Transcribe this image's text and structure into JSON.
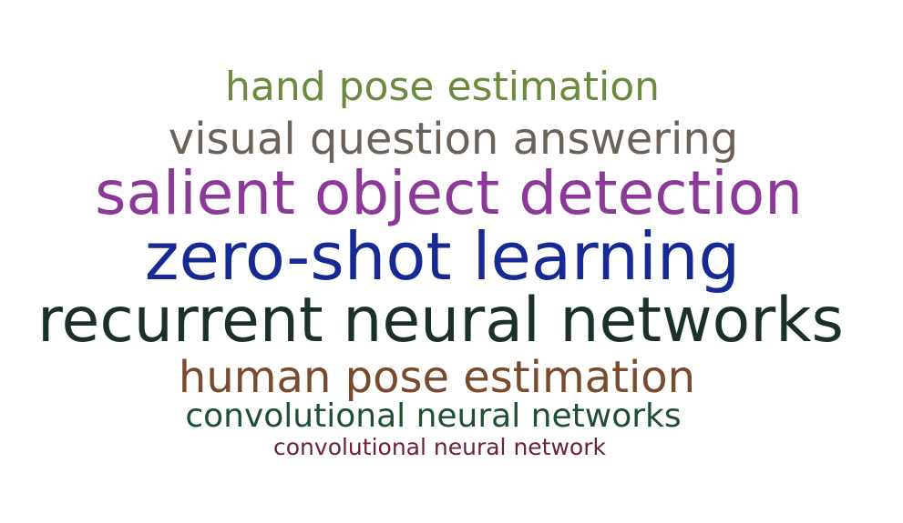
{
  "words": [
    {
      "text": "hand pose estimation",
      "color": "#6a8a3e"
    },
    {
      "text": "visual question answering",
      "color": "#6b625a"
    },
    {
      "text": "salient object detection",
      "color": "#8b3a98"
    },
    {
      "text": "zero-shot learning",
      "color": "#172a94"
    },
    {
      "text": "recurrent neural networks",
      "color": "#1a3028"
    },
    {
      "text": "human pose estimation",
      "color": "#7a4a2c"
    },
    {
      "text": "convolutional neural networks",
      "color": "#1d5030"
    },
    {
      "text": "convolutional neural network",
      "color": "#6b1f3c"
    }
  ]
}
